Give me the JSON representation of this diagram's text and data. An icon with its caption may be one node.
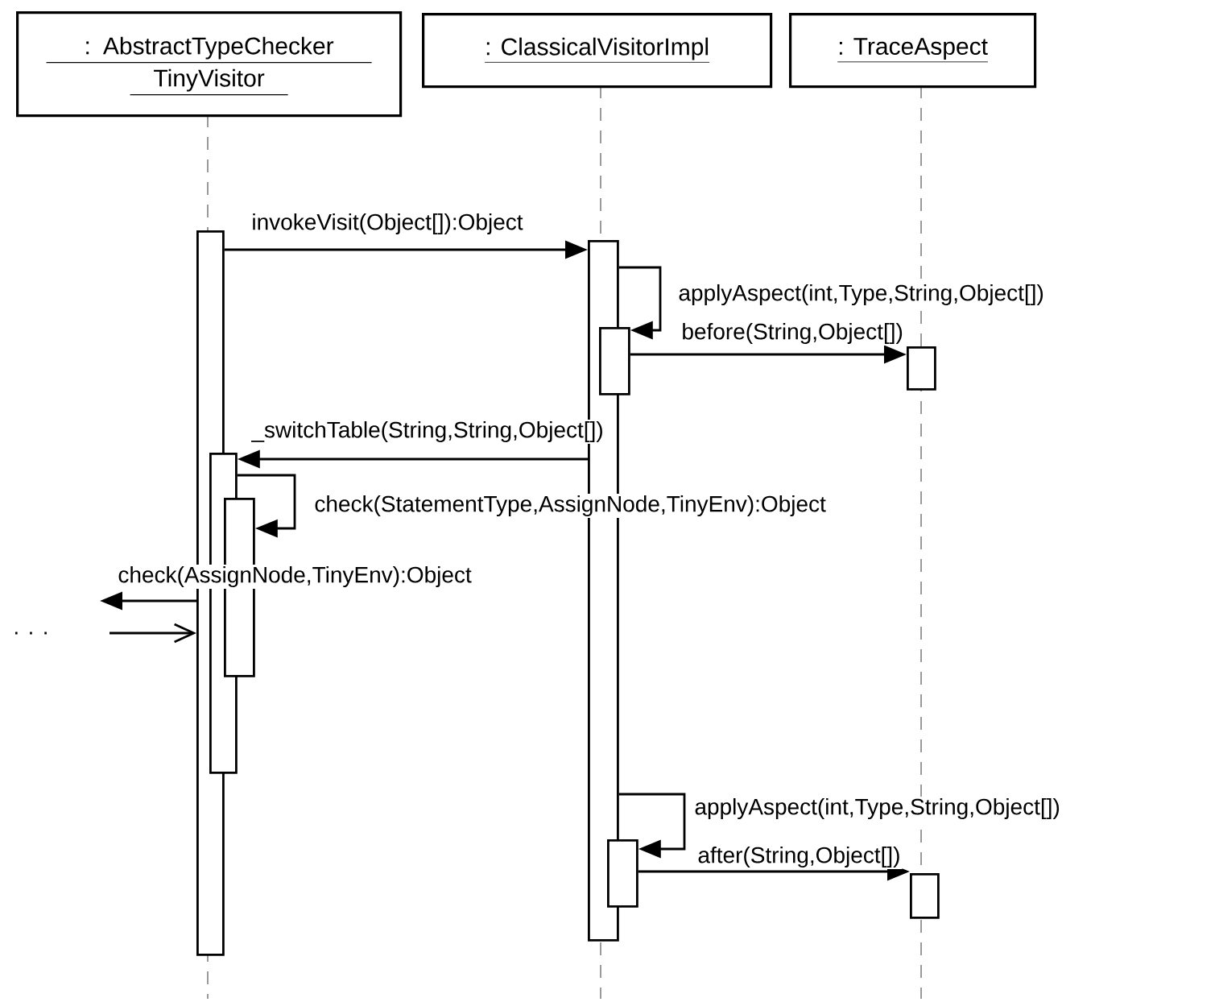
{
  "diagram": {
    "nodes": [
      {
        "text": [
          ": AbstractTypeChecker TinyVisitor"
        ]
      },
      {
        "text": [
          ": ClassicalVisitorImpl"
        ]
      },
      {
        "text": [
          ": TraceAspect"
        ]
      },
      {
        "text": [],
        "shape": "bar"
      },
      {
        "text": [],
        "shape": "bar"
      },
      {
        "text": [],
        "shape": "bar"
      },
      {
        "text": [],
        "shape": "bar"
      },
      {
        "text": [],
        "shape": "bar"
      },
      {
        "text": [],
        "shape": "bar"
      },
      {
        "text": [],
        "shape": "bar"
      },
      {
        "text": [],
        "shape": "bar"
      }
    ],
    "edges": [
      {
        "from": 3,
        "to": 4,
        "arrow": "to",
        "label": "invokeVisit(Object[]):Object"
      },
      {
        "from": 4,
        "to": 5,
        "arrow": "to",
        "label": "applyAspect(int,Type,String,Object[])"
      },
      {
        "from": 5,
        "to": 6,
        "arrow": "to",
        "label": "before(String,Object[])"
      },
      {
        "from": 4,
        "to": 7,
        "arrow": "to",
        "label": "_switchTable(String,String,Object[])"
      },
      {
        "from": 7,
        "to": 8,
        "arrow": "to",
        "label": "check(StatementType,AssignNode,TinyEnv):Object"
      },
      {
        "from": 3,
        "to": null,
        "arrow": "to",
        "label": "check(AssignNode,TinyEnv):Object"
      },
      {
        "from": null,
        "to": 3,
        "arrow": "to"
      },
      {
        "from": 4,
        "to": 9,
        "arrow": "to",
        "label": "applyAspect(int,Type,String,Object[])"
      },
      {
        "from": 9,
        "to": 10,
        "arrow": "to",
        "label": "after(String,Object[])"
      }
    ],
    "labels": [
      ". . ."
    ]
  }
}
